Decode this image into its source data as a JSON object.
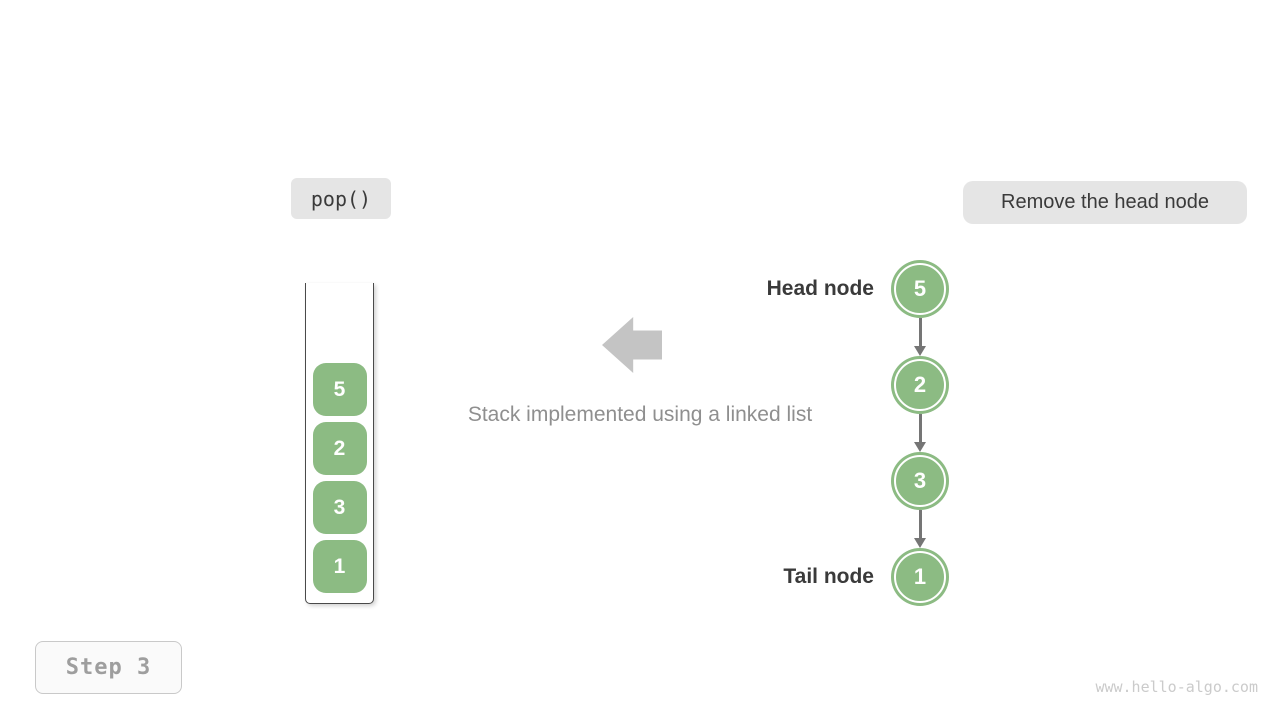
{
  "labels": {
    "operation": "pop()",
    "annotation": "Remove the head node",
    "caption": "Stack implemented using a linked list",
    "head_node": "Head node",
    "tail_node": "Tail node",
    "step": "Step 3",
    "watermark": "www.hello-algo.com"
  },
  "stack": {
    "items_top_to_bottom": [
      "5",
      "2",
      "3",
      "1"
    ]
  },
  "linked_list": {
    "nodes_head_to_tail": [
      "5",
      "2",
      "3",
      "1"
    ]
  },
  "colors": {
    "node-green": "#8cbb83",
    "label-bg": "#e5e5e5",
    "big-arrow-gray": "#c4c4c4",
    "connector-gray": "#757575",
    "text-dark": "#3a3a3a",
    "text-gray": "#8f8f8f",
    "step-gray": "#9e9e9e",
    "watermark-gray": "#cbcbcb"
  }
}
